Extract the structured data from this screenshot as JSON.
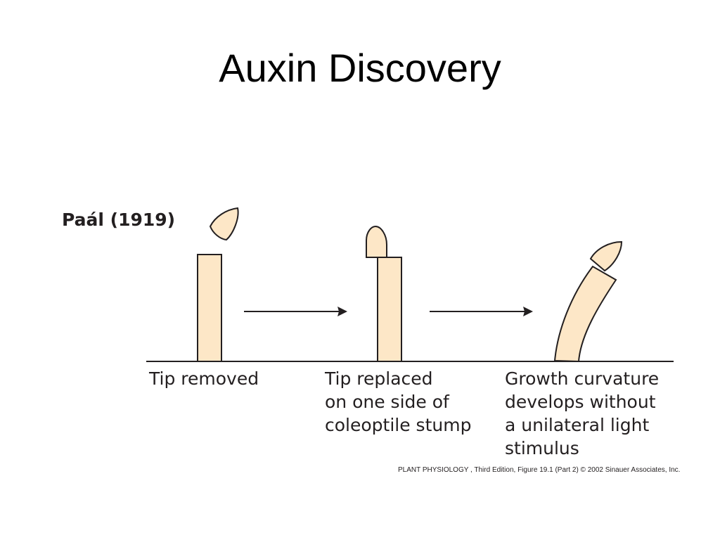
{
  "slide": {
    "title": "Auxin Discovery"
  },
  "diagram": {
    "experiment": "Paál (1919)",
    "colors": {
      "tissue_fill": "#fde7c7",
      "outline": "#231f20"
    },
    "steps": [
      {
        "lines": [
          "Tip removed"
        ]
      },
      {
        "lines": [
          "Tip replaced",
          "on one side of",
          "coleoptile stump"
        ]
      },
      {
        "lines": [
          "Growth curvature",
          "develops without",
          "a unilateral light",
          "stimulus"
        ]
      }
    ],
    "credit": "PLANT PHYSIOLOGY , Third Edition, Figure 19.1 (Part 2)  © 2002 Sinauer Associates, Inc."
  }
}
